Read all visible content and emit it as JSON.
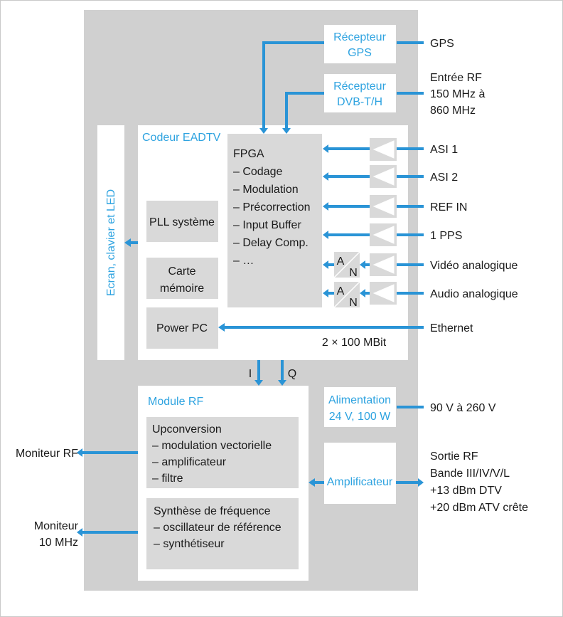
{
  "blocks": {
    "recepteur_gps": [
      "Récepteur",
      "GPS"
    ],
    "recepteur_dvb": [
      "Récepteur",
      "DVB-T/H"
    ],
    "ecran": "Ecran, clavier et LED",
    "codeur": "Codeur EADTV",
    "pll": "PLL système",
    "carte": [
      "Carte",
      "mémoire"
    ],
    "power_pc": "Power PC",
    "fpga": [
      "FPGA",
      "– Codage",
      "– Modulation",
      "– Précorrection",
      "– Input Buffer",
      "– Delay Comp.",
      "– …"
    ],
    "bus": "2 × 100 MBit",
    "iq_i": "I",
    "iq_q": "Q",
    "module_rf": "Module RF",
    "upconversion": [
      "Upconversion",
      "– modulation vectorielle",
      "– amplificateur",
      "– filtre"
    ],
    "synthese": [
      "Synthèse de fréquence",
      "– oscillateur de référence",
      "– synthétiseur"
    ],
    "alimentation": [
      "Alimentation",
      "24 V, 100 W"
    ],
    "amplificateur": "Amplificateur",
    "adc_a": "A",
    "adc_n": "N"
  },
  "io": {
    "gps": "GPS",
    "entree_rf": [
      "Entrée RF",
      "150 MHz à",
      "860 MHz"
    ],
    "asi1": "ASI 1",
    "asi2": "ASI 2",
    "ref_in": "REF IN",
    "pps": "1 PPS",
    "video": "Vidéo analogique",
    "audio": "Audio analogique",
    "ethernet": "Ethernet",
    "power_in": "90 V à 260 V",
    "sortie_rf": [
      "Sortie RF",
      "Bande III/IV/V/L",
      "+13 dBm DTV",
      "+20 dBm ATV crête"
    ],
    "moniteur_rf": "Moniteur RF",
    "moniteur_10": [
      "Moniteur",
      "10 MHz"
    ]
  },
  "colors": {
    "accent": "#2a94d6",
    "label": "#2ea3e0",
    "block": "#d9d9d9",
    "background": "#d0d0d0"
  }
}
